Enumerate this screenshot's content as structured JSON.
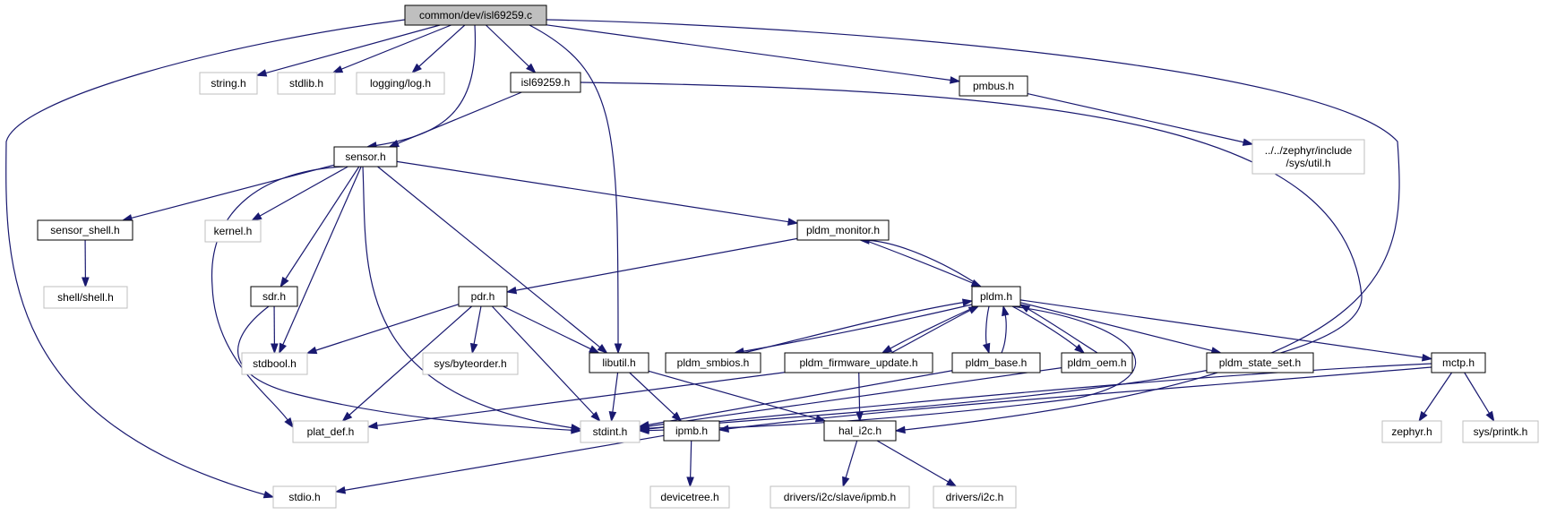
{
  "colors": {
    "edge": "#191970",
    "root_fill": "#bfbfbf",
    "documented_border": "#000000",
    "external_border": "#bfbfbf"
  },
  "nodes": [
    {
      "id": "n0",
      "label": "common/dev/isl69259.c",
      "kind": "root"
    },
    {
      "id": "n1",
      "label": "string.h",
      "kind": "ext"
    },
    {
      "id": "n2",
      "label": "stdlib.h",
      "kind": "ext"
    },
    {
      "id": "n3",
      "label": "logging/log.h",
      "kind": "ext"
    },
    {
      "id": "n4",
      "label": "isl69259.h",
      "kind": "doc"
    },
    {
      "id": "n5",
      "label": "pmbus.h",
      "kind": "doc"
    },
    {
      "id": "n6",
      "label": "../../zephyr/include\n/sys/util.h",
      "kind": "ext"
    },
    {
      "id": "n7",
      "label": "sensor.h",
      "kind": "doc"
    },
    {
      "id": "n8",
      "label": "sensor_shell.h",
      "kind": "doc"
    },
    {
      "id": "n9",
      "label": "kernel.h",
      "kind": "ext"
    },
    {
      "id": "n10",
      "label": "pldm_monitor.h",
      "kind": "doc"
    },
    {
      "id": "n11",
      "label": "shell/shell.h",
      "kind": "ext"
    },
    {
      "id": "n12",
      "label": "sdr.h",
      "kind": "doc"
    },
    {
      "id": "n13",
      "label": "pdr.h",
      "kind": "doc"
    },
    {
      "id": "n14",
      "label": "pldm.h",
      "kind": "doc"
    },
    {
      "id": "n15",
      "label": "stdbool.h",
      "kind": "ext"
    },
    {
      "id": "n16",
      "label": "sys/byteorder.h",
      "kind": "ext"
    },
    {
      "id": "n17",
      "label": "libutil.h",
      "kind": "doc"
    },
    {
      "id": "n18",
      "label": "pldm_smbios.h",
      "kind": "doc"
    },
    {
      "id": "n19",
      "label": "pldm_firmware_update.h",
      "kind": "doc"
    },
    {
      "id": "n20",
      "label": "pldm_base.h",
      "kind": "doc"
    },
    {
      "id": "n21",
      "label": "pldm_oem.h",
      "kind": "doc"
    },
    {
      "id": "n22",
      "label": "pldm_state_set.h",
      "kind": "doc"
    },
    {
      "id": "n23",
      "label": "mctp.h",
      "kind": "doc"
    },
    {
      "id": "n24",
      "label": "plat_def.h",
      "kind": "ext"
    },
    {
      "id": "n25",
      "label": "stdint.h",
      "kind": "ext"
    },
    {
      "id": "n26",
      "label": "ipmb.h",
      "kind": "doc"
    },
    {
      "id": "n27",
      "label": "hal_i2c.h",
      "kind": "doc"
    },
    {
      "id": "n28",
      "label": "zephyr.h",
      "kind": "ext"
    },
    {
      "id": "n29",
      "label": "sys/printk.h",
      "kind": "ext"
    },
    {
      "id": "n30",
      "label": "stdio.h",
      "kind": "ext"
    },
    {
      "id": "n31",
      "label": "devicetree.h",
      "kind": "ext"
    },
    {
      "id": "n32",
      "label": "drivers/i2c/slave/ipmb.h",
      "kind": "ext"
    },
    {
      "id": "n33",
      "label": "drivers/i2c.h",
      "kind": "ext"
    }
  ],
  "edges": [
    {
      "from": "n0",
      "to": "n1"
    },
    {
      "from": "n0",
      "to": "n2"
    },
    {
      "from": "n0",
      "to": "n3"
    },
    {
      "from": "n0",
      "to": "n4"
    },
    {
      "from": "n0",
      "to": "n5"
    },
    {
      "from": "n0",
      "to": "n7"
    },
    {
      "from": "n0",
      "to": "n17"
    },
    {
      "from": "n0",
      "to": "n27"
    },
    {
      "from": "n0",
      "to": "n30"
    },
    {
      "from": "n4",
      "to": "n7"
    },
    {
      "from": "n4",
      "to": "n25"
    },
    {
      "from": "n5",
      "to": "n6"
    },
    {
      "from": "n7",
      "to": "n8"
    },
    {
      "from": "n7",
      "to": "n9"
    },
    {
      "from": "n7",
      "to": "n10"
    },
    {
      "from": "n7",
      "to": "n12"
    },
    {
      "from": "n7",
      "to": "n15"
    },
    {
      "from": "n7",
      "to": "n17"
    },
    {
      "from": "n7",
      "to": "n24"
    },
    {
      "from": "n7",
      "to": "n25"
    },
    {
      "from": "n8",
      "to": "n11"
    },
    {
      "from": "n10",
      "to": "n13"
    },
    {
      "from": "n10",
      "to": "n14"
    },
    {
      "from": "n12",
      "to": "n15"
    },
    {
      "from": "n12",
      "to": "n25"
    },
    {
      "from": "n13",
      "to": "n15"
    },
    {
      "from": "n13",
      "to": "n16"
    },
    {
      "from": "n13",
      "to": "n17"
    },
    {
      "from": "n13",
      "to": "n24"
    },
    {
      "from": "n13",
      "to": "n25"
    },
    {
      "from": "n14",
      "to": "n10"
    },
    {
      "from": "n14",
      "to": "n18"
    },
    {
      "from": "n14",
      "to": "n19"
    },
    {
      "from": "n14",
      "to": "n20"
    },
    {
      "from": "n14",
      "to": "n21"
    },
    {
      "from": "n14",
      "to": "n22"
    },
    {
      "from": "n14",
      "to": "n23"
    },
    {
      "from": "n14",
      "to": "n25"
    },
    {
      "from": "n18",
      "to": "n14"
    },
    {
      "from": "n19",
      "to": "n14"
    },
    {
      "from": "n19",
      "to": "n24"
    },
    {
      "from": "n19",
      "to": "n27"
    },
    {
      "from": "n20",
      "to": "n14"
    },
    {
      "from": "n20",
      "to": "n25"
    },
    {
      "from": "n21",
      "to": "n14"
    },
    {
      "from": "n21",
      "to": "n25"
    },
    {
      "from": "n17",
      "to": "n25"
    },
    {
      "from": "n17",
      "to": "n26"
    },
    {
      "from": "n17",
      "to": "n27"
    },
    {
      "from": "n23",
      "to": "n25"
    },
    {
      "from": "n23",
      "to": "n26"
    },
    {
      "from": "n23",
      "to": "n28"
    },
    {
      "from": "n23",
      "to": "n29"
    },
    {
      "from": "n26",
      "to": "n30"
    },
    {
      "from": "n26",
      "to": "n31"
    },
    {
      "from": "n27",
      "to": "n32"
    },
    {
      "from": "n27",
      "to": "n33"
    }
  ]
}
